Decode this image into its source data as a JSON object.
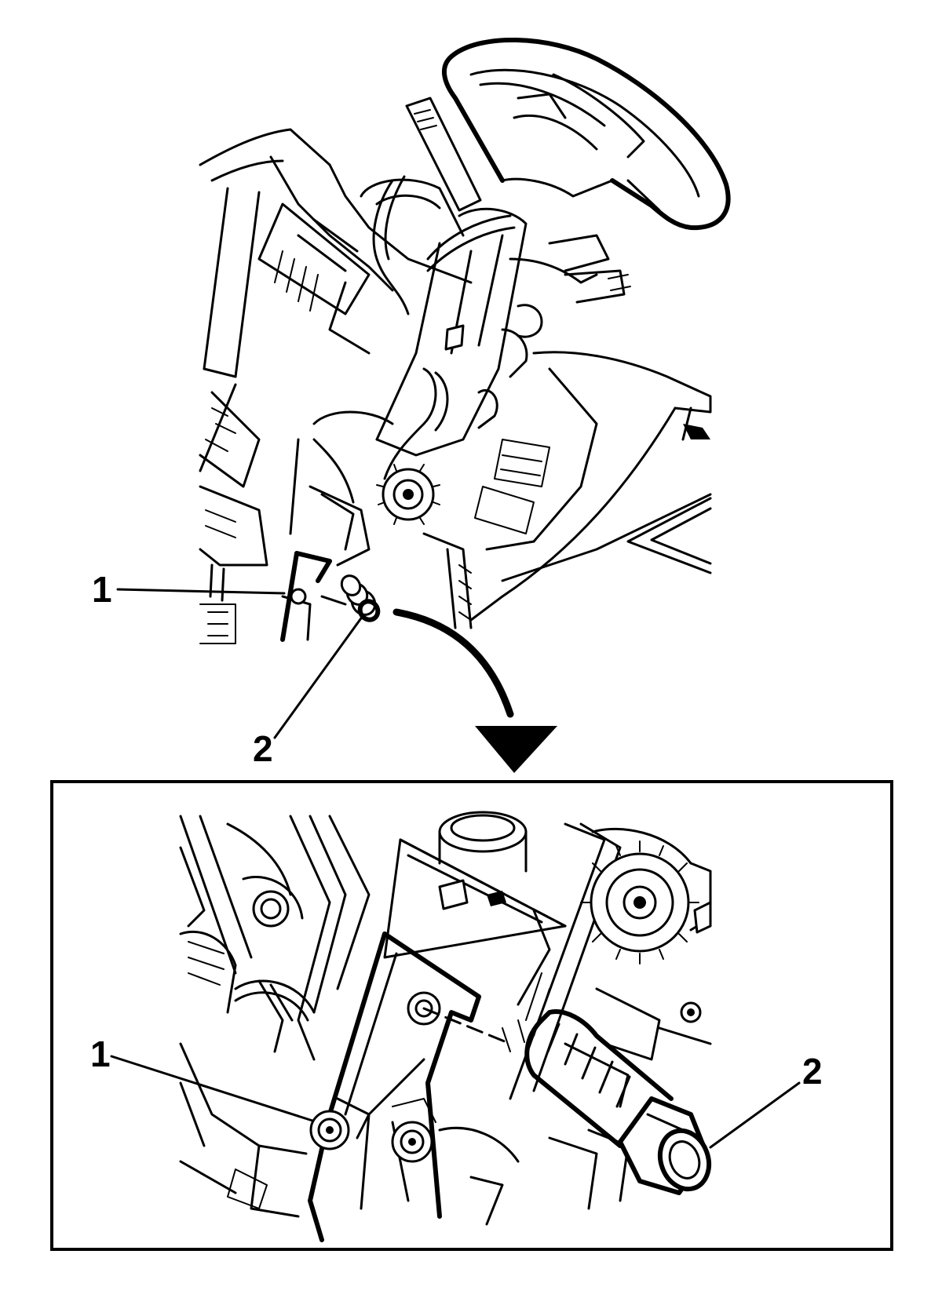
{
  "callouts": {
    "overview": [
      {
        "label": "1",
        "part": "bracket"
      },
      {
        "label": "2",
        "part": "bolt"
      }
    ],
    "detail": [
      {
        "label": "1",
        "part": "bracket"
      },
      {
        "label": "2",
        "part": "bolt"
      }
    ]
  },
  "colors": {
    "line": "#000000",
    "background": "#ffffff"
  }
}
